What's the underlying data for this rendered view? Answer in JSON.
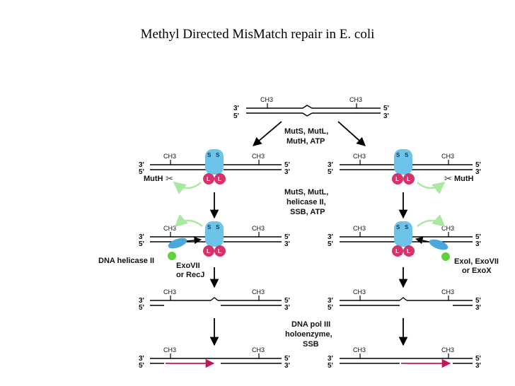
{
  "title": "Methyl Directed MisMatch repair in E. coli",
  "labels": {
    "ch3": "CH3",
    "three_prime": "3'",
    "five_prime": "5'",
    "mutH": "MutH",
    "s": "S",
    "l": "L",
    "step1_line1": "MutS, MutL,",
    "step1_line2": "MutH, ATP",
    "step2_line1": "MutS, MutL,",
    "step2_line2": "helicase II,",
    "step2_line3": "SSB, ATP",
    "left_helicase": "DNA helicase II",
    "left_exo_line1": "ExoVII",
    "left_exo_line2": "or RecJ",
    "right_exo_line1": "ExoI, ExoVII",
    "right_exo_line2": "or ExoX",
    "step3_line1": "DNA pol III",
    "step3_line2": "holoenzyme,",
    "step3_line3": "SSB"
  },
  "colors": {
    "muts": "#6ec4e8",
    "mutl": "#d6336c",
    "helicase": "#4aa8de",
    "exo": "#5cd33a",
    "new_strand": "#c2185b",
    "curved_arrow": "#a8e8a0"
  }
}
